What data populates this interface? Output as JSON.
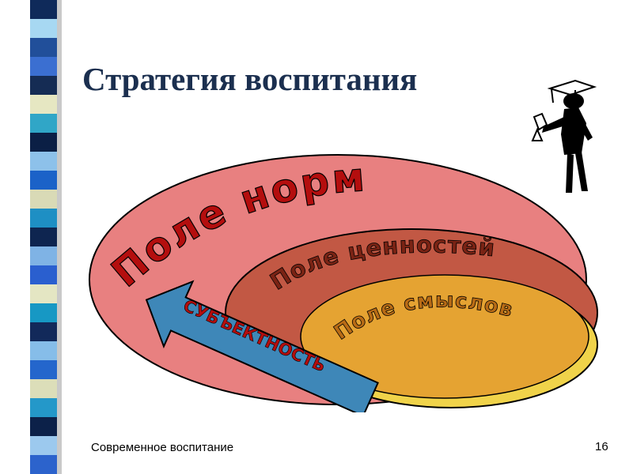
{
  "slide": {
    "title": "Стратегия воспитания",
    "footer": "Современное воспитание",
    "page_number": "16"
  },
  "diagram": {
    "outer_label": "Поле норм",
    "middle_label": "Поле ценностей",
    "inner_label": "Поле смыслов",
    "arrow_label": "СУБЪЕКТНОСТЬ",
    "colors": {
      "outer": "#e88080",
      "middle": "#c25844",
      "inner": "#e5a332",
      "inner_rim": "#f0d34a",
      "arrow": "#3e87b8",
      "text": "#b40e0e"
    }
  },
  "decor": {
    "figure_icon": "graduate-figure-icon",
    "stripe_colors": [
      "#1a3870",
      "#8ec8ee",
      "#1b6ec6",
      "#e5e7c0",
      "#2c9ec8",
      "#162a55",
      "#84b6e2",
      "#d3d5b4"
    ]
  }
}
